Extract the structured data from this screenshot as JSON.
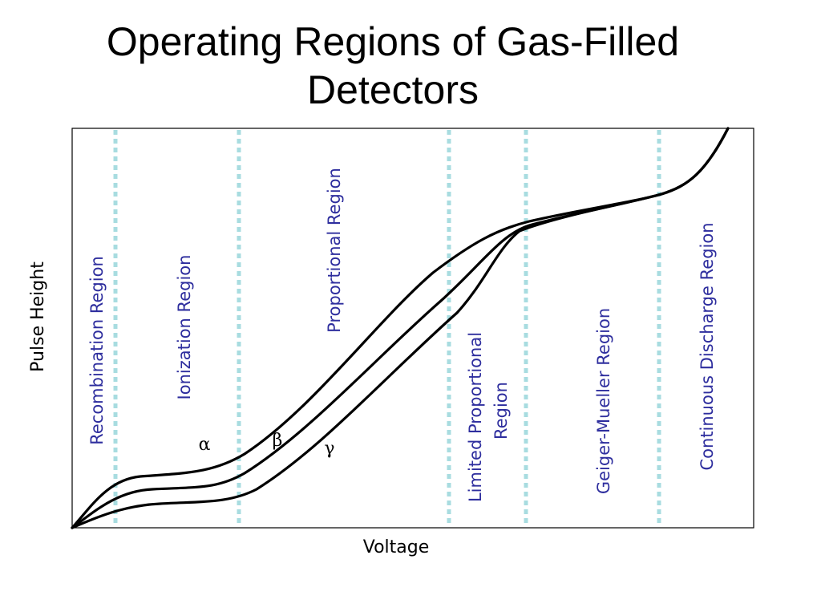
{
  "title": {
    "line1": "Operating Regions of Gas-Filled",
    "line2": "Detectors"
  },
  "axes": {
    "xlabel": "Voltage",
    "ylabel": "Pulse Height"
  },
  "regions": [
    {
      "name": "recombination",
      "lines": [
        "Recombination Region"
      ]
    },
    {
      "name": "ionization",
      "lines": [
        "Ionization Region"
      ]
    },
    {
      "name": "proportional",
      "lines": [
        "Proportional Region"
      ]
    },
    {
      "name": "limited-proportional",
      "lines": [
        "Limited Proportional",
        "Region"
      ]
    },
    {
      "name": "geiger-mueller",
      "lines": [
        "Geiger-Mueller Region"
      ]
    },
    {
      "name": "continuous-discharge",
      "lines": [
        "Continuous Discharge Region"
      ]
    }
  ],
  "curves": [
    {
      "name": "alpha",
      "label": "α"
    },
    {
      "name": "beta",
      "label": "β"
    },
    {
      "name": "gamma",
      "label": "γ"
    }
  ],
  "colors": {
    "region_text": "#2e2e9e",
    "divider": "#a8dce0",
    "curve": "#000000",
    "frame": "#000000"
  }
}
